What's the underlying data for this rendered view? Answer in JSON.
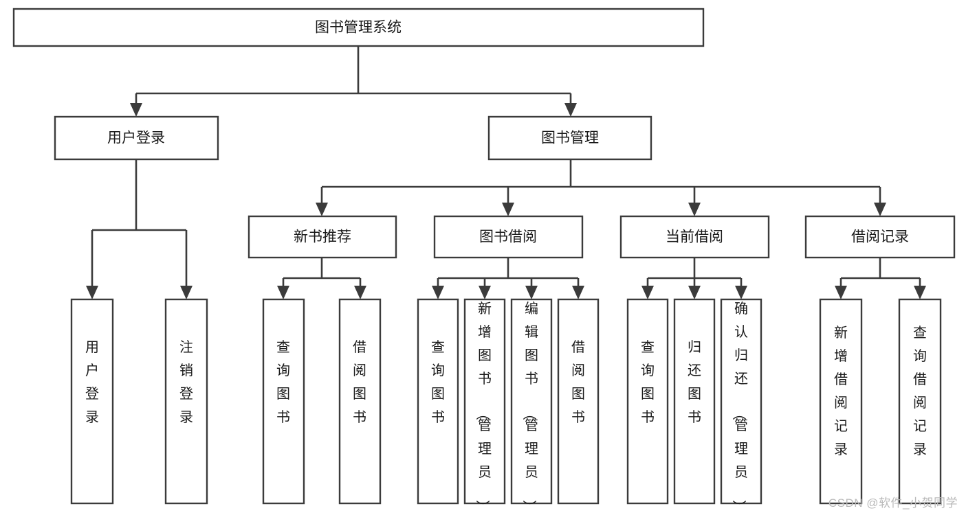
{
  "diagram": {
    "title": "图书管理系统",
    "watermark": "CSDN @软件_小贺同学",
    "colors": {
      "stroke": "#3b3b3b",
      "fill": "#ffffff",
      "text": "#1a1a1a",
      "watermark": "#b9b9b9",
      "background": "#ffffff"
    },
    "root": {
      "label": "图书管理系统"
    },
    "level2": [
      {
        "label": "用户登录"
      },
      {
        "label": "图书管理"
      }
    ],
    "level3": [
      {
        "label": "新书推荐"
      },
      {
        "label": "图书借阅"
      },
      {
        "label": "当前借阅"
      },
      {
        "label": "借阅记录"
      }
    ],
    "leaves": {
      "user_login": [
        {
          "label": "用户登录"
        },
        {
          "label": "注销登录"
        }
      ],
      "new_book_recommend": [
        {
          "label": "查询图书"
        },
        {
          "label": "借阅图书"
        }
      ],
      "book_borrow": [
        {
          "label": "查询图书"
        },
        {
          "label": "新增图书（管理员）"
        },
        {
          "label": "编辑图书（管理员）"
        },
        {
          "label": "借阅图书"
        }
      ],
      "current_borrow": [
        {
          "label": "查询图书"
        },
        {
          "label": "归还图书"
        },
        {
          "label": "确认归还（管理员）"
        }
      ],
      "borrow_record": [
        {
          "label": "新增借阅记录"
        },
        {
          "label": "查询借阅记录"
        }
      ]
    }
  }
}
